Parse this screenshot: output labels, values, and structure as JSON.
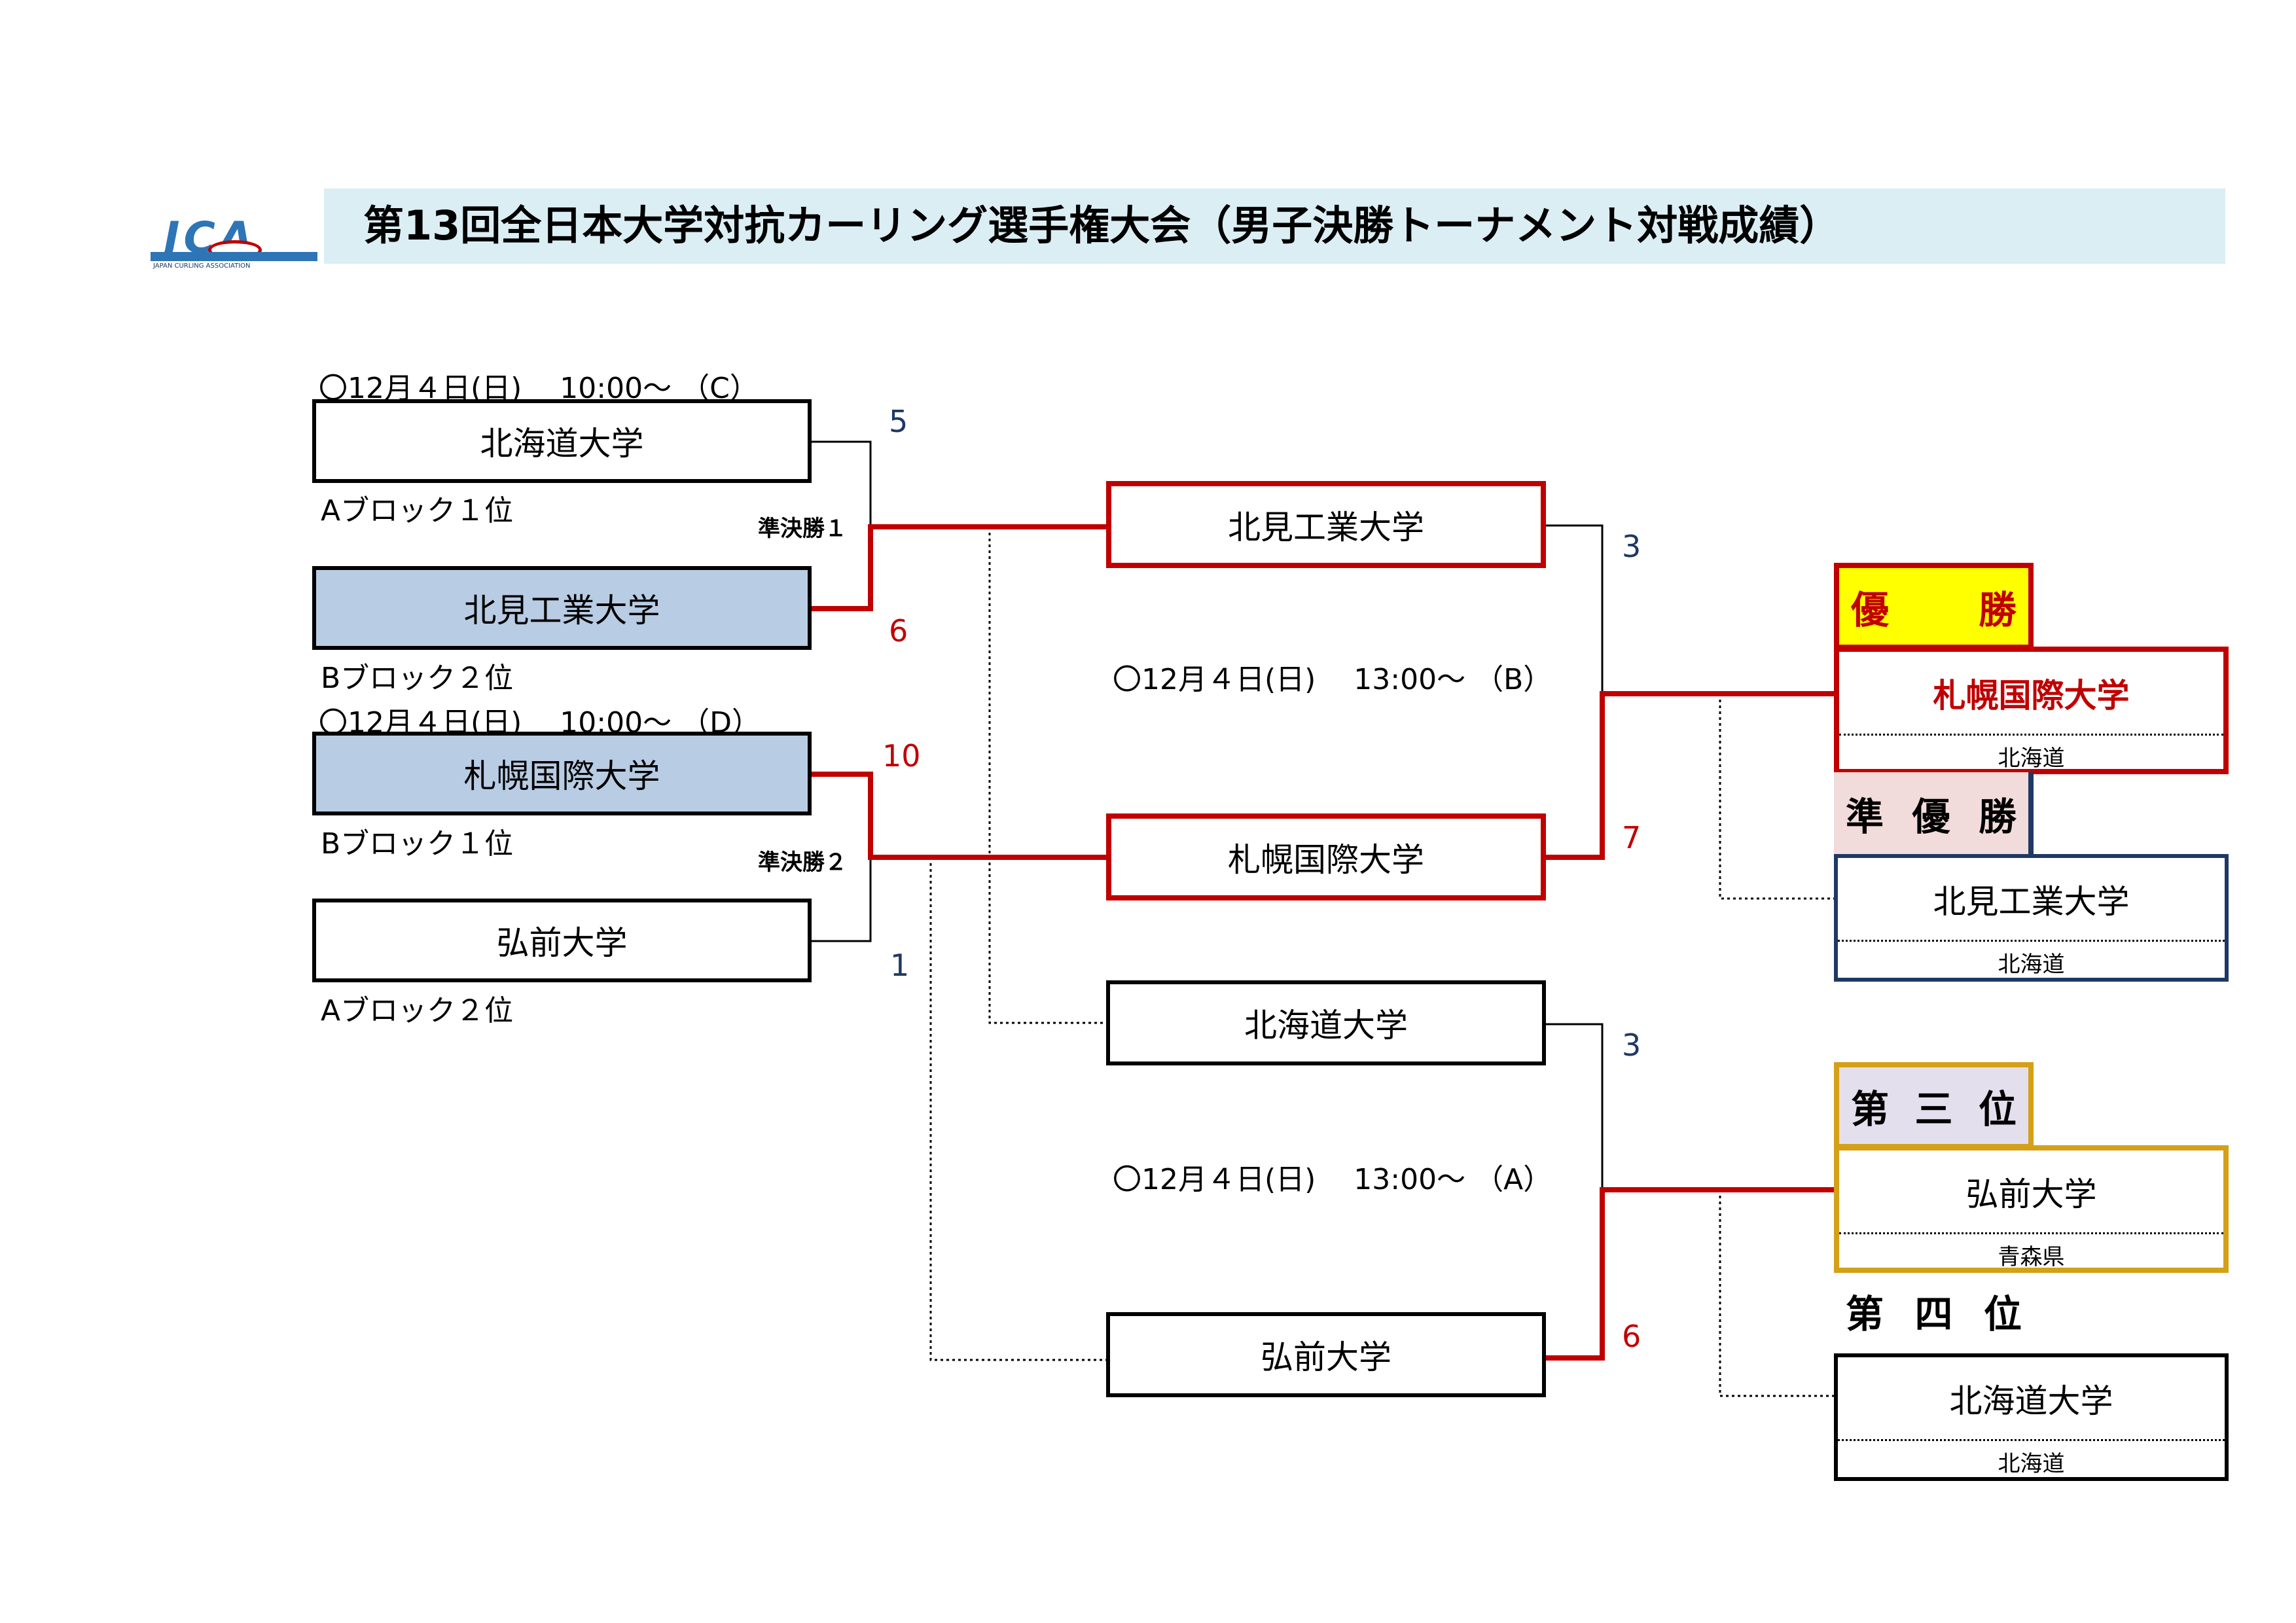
{
  "header": {
    "title": "第13回全日本大学対抗カーリング選手権大会（男子決勝トーナメント対戦成績）",
    "logo_text": "JCA",
    "logo_sub": "JAPAN CURLING ASSOCIATION"
  },
  "semifinal1": {
    "schedule": "〇12月４日(日)　 10:00～ （C）",
    "label": "準決勝１",
    "team1": {
      "name": "北海道大学",
      "note": "Aブロック１位",
      "score": "5"
    },
    "team2": {
      "name": "北見工業大学",
      "note": "Bブロック２位",
      "score": "6"
    }
  },
  "semifinal2": {
    "schedule": "〇12月４日(日)　 10:00～ （D）",
    "label": "準決勝２",
    "team1": {
      "name": "札幌国際大学",
      "note": "Bブロック１位",
      "score": "10"
    },
    "team2": {
      "name": "弘前大学",
      "note": "Aブロック２位",
      "score": "1"
    }
  },
  "final": {
    "schedule": "〇12月４日(日)　 13:00～ （B）",
    "team1": {
      "name": "北見工業大学",
      "score": "3"
    },
    "team2": {
      "name": "札幌国際大学",
      "score": "7"
    }
  },
  "third_place_match": {
    "schedule": "〇12月４日(日)　 13:00～ （A）",
    "team1": {
      "name": "北海道大学",
      "score": "3"
    },
    "team2": {
      "name": "弘前大学",
      "score": "6"
    }
  },
  "results": {
    "champion": {
      "tag_chars": [
        "優",
        "勝"
      ],
      "name": "札幌国際大学",
      "region": "北海道"
    },
    "runner_up": {
      "tag_chars": [
        "準",
        "優",
        "勝"
      ],
      "name": "北見工業大学",
      "region": "北海道"
    },
    "third": {
      "tag_chars": [
        "第",
        "三",
        "位"
      ],
      "name": "弘前大学",
      "region": "青森県"
    },
    "fourth": {
      "tag_chars": [
        "第",
        "四",
        "位"
      ],
      "name": "北海道大学",
      "region": "北海道"
    }
  },
  "colors": {
    "winner_line": "#c00000",
    "header_band": "#dbeef4",
    "seed_fill": "#b8cce4",
    "champion_tag": "#ffff00",
    "runner_up_tag": "#f2dcdb",
    "third_tag": "#e4dfec",
    "third_border": "#d4a017",
    "runner_up_border": "#1f3864"
  }
}
